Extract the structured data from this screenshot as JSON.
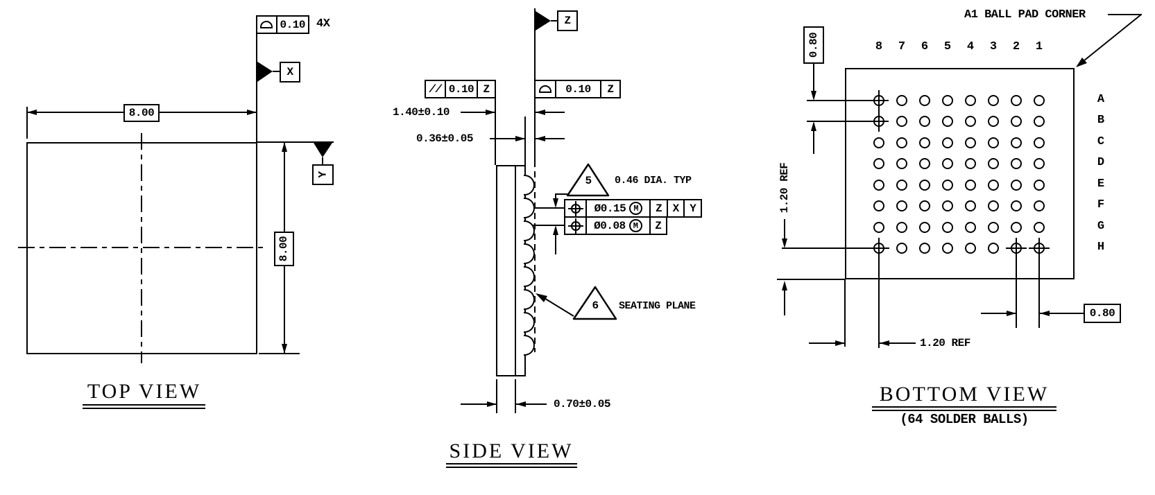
{
  "drawing": {
    "background_color": "#ffffff",
    "line_color": "#000000"
  },
  "top_view": {
    "title": "TOP VIEW",
    "width_dim": "8.00",
    "height_dim": "8.00",
    "profile_fcf": {
      "symbol": "profile-of-a-surface",
      "tolerance": "0.10"
    },
    "profile_fcf_count": "4X",
    "datum_x": "X",
    "datum_y": "Y"
  },
  "side_view": {
    "title": "SIDE VIEW",
    "datum_z": "Z",
    "parallelism_fcf": {
      "symbol": "//",
      "tolerance": "0.10",
      "datum": "Z"
    },
    "profile_fcf": {
      "symbol": "profile-of-a-surface",
      "tolerance": "0.10",
      "datum": "Z"
    },
    "overall_height_dim": "1.40±0.10",
    "standoff_dim": "0.36±0.05",
    "body_thickness_dim": "0.70±0.05",
    "ball_flag_number": "5",
    "ball_note": "0.46 DIA. TYP",
    "position_fcf": [
      {
        "symbol": "position",
        "tolerance": "Ø0.15",
        "modifier": "M",
        "datum_1": "Z",
        "datum_2": "X",
        "datum_3": "Y"
      },
      {
        "symbol": "position",
        "tolerance": "Ø0.08",
        "modifier": "M",
        "datum_1": "Z"
      }
    ],
    "seating_flag_number": "6",
    "seating_plane_label": "SEATING PLANE"
  },
  "bottom_view": {
    "title": "BOTTOM VIEW",
    "subtitle": "(64 SOLDER BALLS)",
    "corner_label": "A1 BALL PAD CORNER",
    "columns": [
      "8",
      "7",
      "6",
      "5",
      "4",
      "3",
      "2",
      "1"
    ],
    "rows": [
      "A",
      "B",
      "C",
      "D",
      "E",
      "F",
      "G",
      "H"
    ],
    "crosshair_balls": [
      "A8",
      "B8",
      "H8",
      "H2",
      "H1"
    ],
    "row_pitch_dim": "0.80",
    "column_pitch_dim": "0.80",
    "edge_offset_vertical_dim": "1.20 REF",
    "edge_offset_horizontal_dim": "1.20 REF"
  }
}
